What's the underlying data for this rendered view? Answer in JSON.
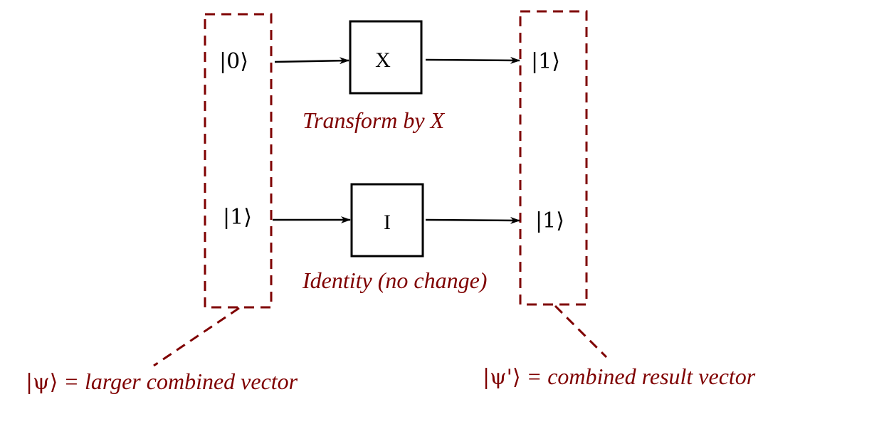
{
  "diagram": {
    "accent_color": "#7f0000",
    "line_color": "#000000",
    "input_column": {
      "kets": [
        "|0⟩",
        "|1⟩"
      ]
    },
    "output_column": {
      "kets": [
        "|1⟩",
        "|1⟩"
      ]
    },
    "gates": [
      {
        "label": "X",
        "caption": "Transform by X"
      },
      {
        "label": "I",
        "caption": "Identity (no change)"
      }
    ],
    "notes": {
      "input": {
        "symbol": "|ψ⟩",
        "text": " = larger combined vector"
      },
      "output": {
        "symbol": "|ψ'⟩",
        "text": " = combined result vector"
      }
    }
  }
}
